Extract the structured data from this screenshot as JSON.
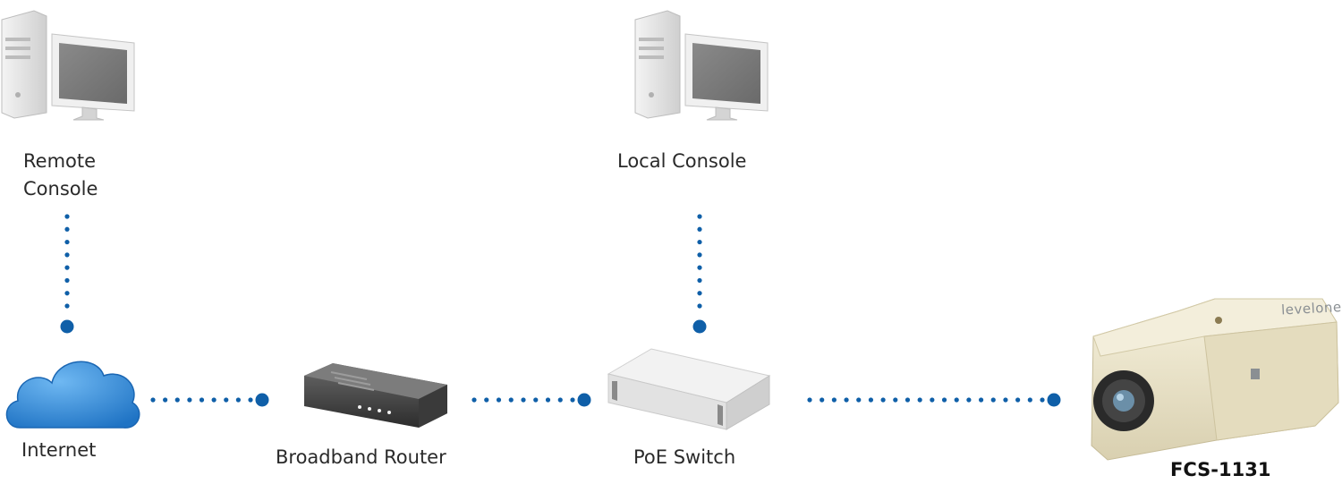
{
  "nodes": {
    "remote_console": {
      "label": "Remote\nConsole",
      "label_line1": "Remote",
      "label_line2": "Console",
      "icon": "desktop-computer-icon"
    },
    "local_console": {
      "label": "Local Console",
      "icon": "desktop-computer-icon"
    },
    "internet": {
      "label": "Internet",
      "icon": "cloud-icon"
    },
    "router": {
      "label": "Broadband Router",
      "icon": "router-icon"
    },
    "switch": {
      "label": "PoE Switch",
      "icon": "network-switch-icon"
    },
    "camera": {
      "label": "FCS-1131",
      "icon": "ip-camera-icon",
      "brand": "levelone"
    }
  },
  "connections": [
    {
      "from": "remote_console",
      "to": "internet"
    },
    {
      "from": "internet",
      "to": "router"
    },
    {
      "from": "router",
      "to": "switch"
    },
    {
      "from": "local_console",
      "to": "switch"
    },
    {
      "from": "switch",
      "to": "camera"
    }
  ],
  "colors": {
    "connector_dot": "#0f5fa8",
    "cloud": "#2f8ad8",
    "text": "#2a2a2a"
  }
}
